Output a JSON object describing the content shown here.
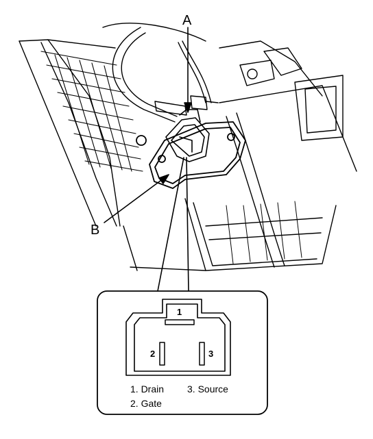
{
  "callouts": {
    "a": "A",
    "b": "B"
  },
  "pins": {
    "p1": "1",
    "p2": "2",
    "p3": "3"
  },
  "legend": {
    "l1": "1. Drain",
    "l2": "2. Gate",
    "l3": "3. Source"
  },
  "colors": {
    "ink": "#000000",
    "paper": "#ffffff"
  }
}
